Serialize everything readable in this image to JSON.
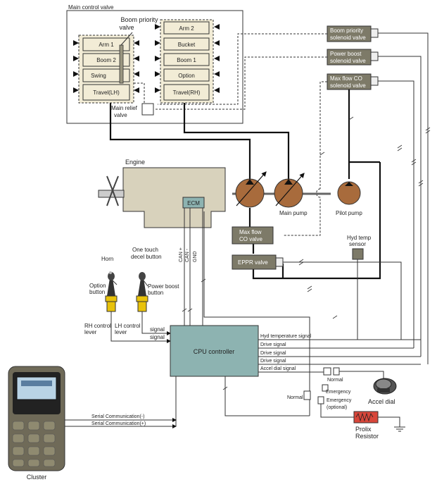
{
  "main_control_valve": {
    "title": "Main control valve",
    "left_spools": [
      "Arm 1",
      "Boom 2",
      "Swing",
      "Travel(LH)"
    ],
    "right_spools": [
      "Arm 2",
      "Bucket",
      "Boom 1",
      "Option",
      "Travel(RH)"
    ],
    "boom_priority_label": [
      "Boom priority",
      "valve"
    ],
    "main_relief_label": [
      "Main relief",
      "valve"
    ]
  },
  "solenoids": [
    [
      "Boom priority",
      "solenoid valve"
    ],
    [
      "Power boost",
      "solenoid valve"
    ],
    [
      "Max flow CO",
      "solenoid valve"
    ]
  ],
  "engine": {
    "label": "Engine",
    "ecm": "ECM"
  },
  "pumps": {
    "main": "Main pump",
    "pilot": "Pilot pump"
  },
  "max_flow_co_valve": [
    "Max flow",
    "CO valve"
  ],
  "eppr_valve": "EPPR valve",
  "hyd_temp_sensor": [
    "Hyd temp",
    "sensor"
  ],
  "can_lines": [
    "CAN +",
    "CAN -",
    "GND"
  ],
  "controls": {
    "horn": "Horn",
    "option_button": [
      "Option",
      "button"
    ],
    "one_touch_decel": [
      "One touch",
      "decel button"
    ],
    "power_boost_button": [
      "Power boost",
      "button"
    ],
    "rh_lever": [
      "RH control",
      "lever"
    ],
    "lh_lever": [
      "LH control",
      "lever"
    ],
    "signal_labels": [
      "signal",
      "signal"
    ]
  },
  "cpu": {
    "label": "CPU controller",
    "signals": [
      "Hyd temperature signal",
      "Drive signal",
      "Drive signal",
      "Drive signal",
      "Accel dial signal"
    ]
  },
  "serial": [
    "Serial Communication(-)",
    "Serial Communication(+)"
  ],
  "cluster": "Cluster",
  "switches": {
    "normal_top": "Normal",
    "emergency_top": "Emergency",
    "normal_bottom": "Normal",
    "emergency_bottom": [
      "Emergency",
      "(optional)"
    ]
  },
  "accel_dial": "Accel dial",
  "prolix_resistor": [
    "Prolix",
    "Resistor"
  ]
}
